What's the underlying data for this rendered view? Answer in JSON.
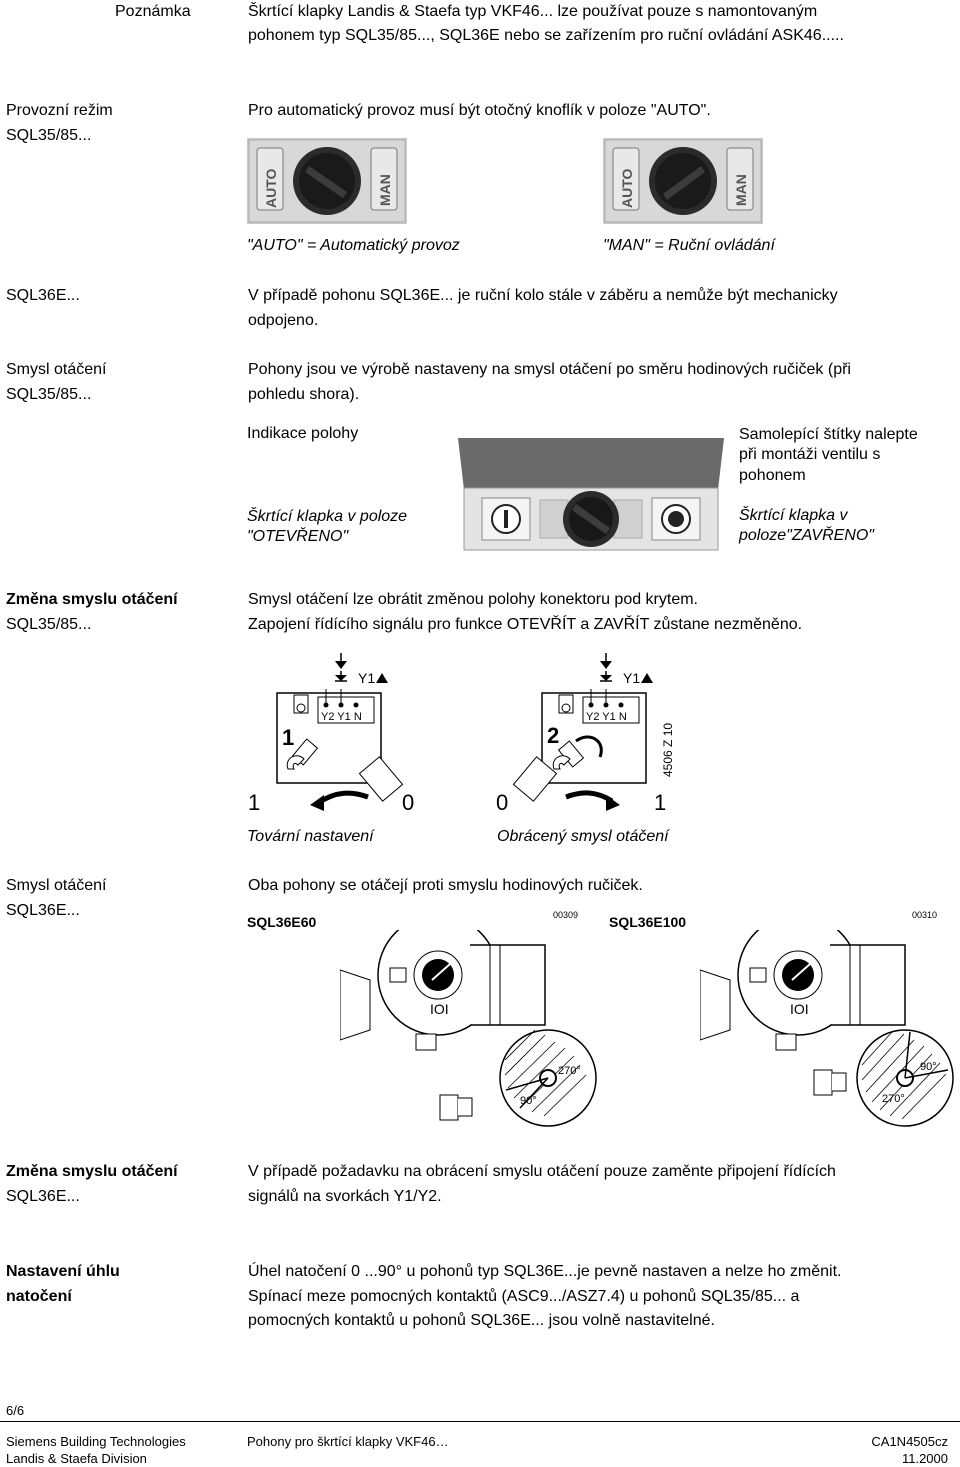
{
  "note": {
    "label": "Poznámka",
    "text1": "Škrtící klapky Landis & Staefa typ VKF46... lze používat pouze s namontovaným",
    "text2": "pohonem typ SQL35/85..., SQL36E nebo se zařízením pro ruční ovládání  ASK46....."
  },
  "operating_mode": {
    "label": "Provozní režim",
    "sublabel": "SQL35/85...",
    "text": "Pro automatický provoz musí být otočný knoflík v poloze \"AUTO\".",
    "caption_auto": "\"AUTO\" = Automatický provoz",
    "caption_man": "\"MAN\" = Ruční ovládání",
    "switch_auto": "AUTO",
    "switch_man": "MAN"
  },
  "sql36e": {
    "label": "SQL36E...",
    "text1": "V případě pohonu SQL36E... je ruční kolo stále v záběru a nemůže být mechanicky",
    "text2": "odpojeno."
  },
  "rotation": {
    "label": "Smysl otáčení",
    "sublabel": "SQL35/85...",
    "text1": "Pohony jsou ve výrobě nastaveny na smysl otáčení po směru hodinových ručiček (při",
    "text2": "pohledu shora).",
    "position_heading": "Indikace polohy",
    "open_caption1": "Škrtící klapka v poloze",
    "open_caption2": "\"OTEVŘENO\"",
    "stickers1": "Samolepící štítky nalepte",
    "stickers2": "při montáži  ventilu s",
    "stickers3": "pohonem",
    "closed_caption1": "Škrtící klapka v",
    "closed_caption2": "poloze\"ZAVŘENO\""
  },
  "change_rotation": {
    "label": "Změna smyslu otáčení",
    "sublabel": "SQL35/85...",
    "text1": "Smysl otáčení lze obrátit změnou polohy konektoru pod krytem.",
    "text2": "Zapojení řídícího signálu pro funkce OTEVŘÍT a ZAVŘÍT zůstane nezměněno.",
    "y1": "Y1",
    "terminals": "Y2 Y1 N",
    "num1": "1",
    "num2": "2",
    "zero": "0",
    "one": "1",
    "factory_caption": "Tovární nastavení",
    "reverse_caption": "Obrácený smysl otáčení",
    "figure_code": "4506 Z 10"
  },
  "rotation_36e": {
    "label": "Smysl otáčení",
    "sublabel": "SQL36E...",
    "text": "Oba pohony se otáčejí proti smyslu hodinových ručiček.",
    "model_a": "SQL36E60",
    "code_a": "00309",
    "model_b": "SQL36E100",
    "code_b": "00310",
    "angle90": "90°",
    "angle270": "270°"
  },
  "change_36e": {
    "label": "Změna smyslu otáčení",
    "sublabel": "SQL36E...",
    "text1": "V případě požadavku na obrácení smyslu otáčení pouze zaměnte připojení řídících",
    "text2": "signálů na svorkách Y1/Y2."
  },
  "angle": {
    "label1": "Nastavení úhlu",
    "label2": "natočení",
    "text1": "Úhel natočení 0 ...90° u pohonů typ SQL36E...je pevně nastaven a nelze ho změnit.",
    "text2": "Spínací meze pomocných kontaktů (ASC9.../ASZ7.4) u pohonů SQL35/85... a",
    "text3": "pomocných kontaktů u pohonů  SQL36E... jsou volně nastavitelné."
  },
  "footer": {
    "page": "6/6",
    "company1": "Siemens Building Technologies",
    "company2": "Landis & Staefa Division",
    "title": "Pohony pro škrtící klapky VKF46…",
    "doc": "CA1N4505cz",
    "date": "11.2000"
  }
}
